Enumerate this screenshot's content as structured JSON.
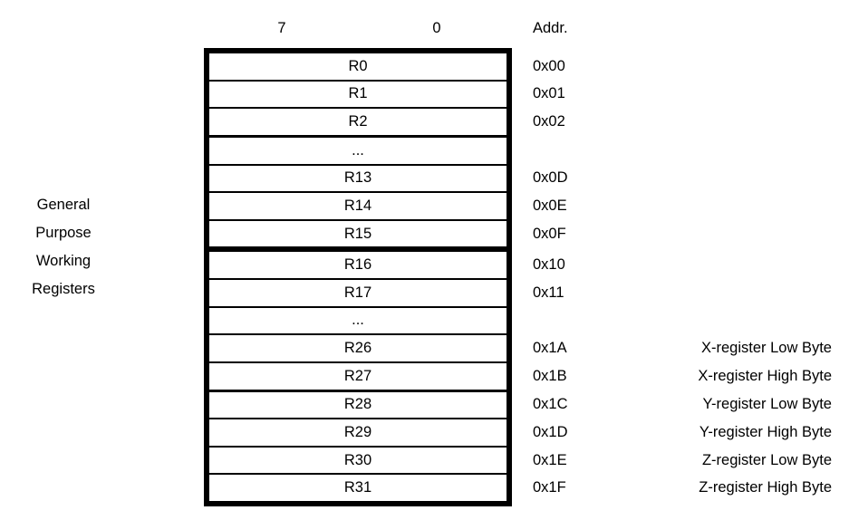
{
  "figure": {
    "header": {
      "bit_high": "7",
      "bit_low": "0",
      "addr_label": "Addr."
    },
    "side_label_lines": [
      "General",
      "Purpose",
      "Working",
      "Registers"
    ],
    "rows": [
      {
        "name": "R0",
        "addr": "0x00",
        "note": "",
        "divider_before": "none"
      },
      {
        "name": "R1",
        "addr": "0x01",
        "note": "",
        "divider_before": "thin"
      },
      {
        "name": "R2",
        "addr": "0x02",
        "note": "",
        "divider_before": "thin"
      },
      {
        "name": "...",
        "addr": "",
        "note": "",
        "divider_before": "medium"
      },
      {
        "name": "R13",
        "addr": "0x0D",
        "note": "",
        "divider_before": "thin"
      },
      {
        "name": "R14",
        "addr": "0x0E",
        "note": "",
        "divider_before": "thin"
      },
      {
        "name": "R15",
        "addr": "0x0F",
        "note": "",
        "divider_before": "thin"
      },
      {
        "name": "R16",
        "addr": "0x10",
        "note": "",
        "divider_before": "thick"
      },
      {
        "name": "R17",
        "addr": "0x11",
        "note": "",
        "divider_before": "thin"
      },
      {
        "name": "...",
        "addr": "",
        "note": "",
        "divider_before": "thin"
      },
      {
        "name": "R26",
        "addr": "0x1A",
        "note": "X-register Low Byte",
        "divider_before": "thin"
      },
      {
        "name": "R27",
        "addr": "0x1B",
        "note": "X-register High Byte",
        "divider_before": "thin"
      },
      {
        "name": "R28",
        "addr": "0x1C",
        "note": "Y-register Low Byte",
        "divider_before": "medium"
      },
      {
        "name": "R29",
        "addr": "0x1D",
        "note": "Y-register High Byte",
        "divider_before": "thin"
      },
      {
        "name": "R30",
        "addr": "0x1E",
        "note": "Z-register Low Byte",
        "divider_before": "thin"
      },
      {
        "name": "R31",
        "addr": "0x1F",
        "note": "Z-register High Byte",
        "divider_before": "thin"
      }
    ],
    "colors": {
      "line": "#000000",
      "text": "#000000",
      "background": "#ffffff"
    }
  }
}
